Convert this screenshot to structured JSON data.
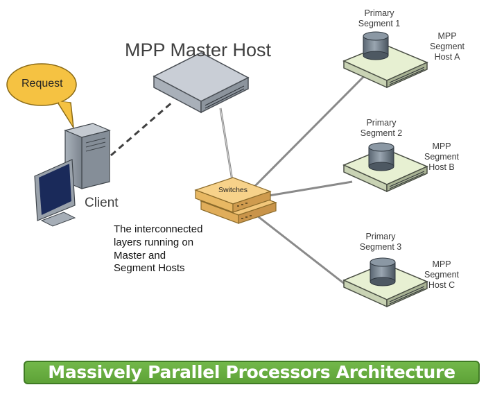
{
  "diagram": {
    "master_title": "MPP Master Host",
    "request_label": "Request",
    "client_label": "Client",
    "switches_label": "Switches",
    "note_lines": [
      "The interconnected",
      "layers running on",
      "Master and",
      "Segment Hosts"
    ],
    "segments": [
      {
        "primary_line1": "Primary",
        "primary_line2": "Segment 1",
        "host_line1": "MPP",
        "host_line2": "Segment",
        "host_line3": "Host A"
      },
      {
        "primary_line1": "Primary",
        "primary_line2": "Segment 2",
        "host_line1": "MPP",
        "host_line2": "Segment",
        "host_line3": "Host B"
      },
      {
        "primary_line1": "Primary",
        "primary_line2": "Segment 3",
        "host_line1": "MPP",
        "host_line2": "Segment",
        "host_line3": "Host C"
      }
    ],
    "banner_title": "Massively Parallel Processors Architecture"
  },
  "colors": {
    "banner_green": "#5ea237",
    "bubble_yellow": "#f5c242",
    "switch_orange": "#f3c77a",
    "host_green": "#e7f0d2",
    "master_gray": "#c9ced6",
    "monitor_blue": "#1a2a5a"
  }
}
